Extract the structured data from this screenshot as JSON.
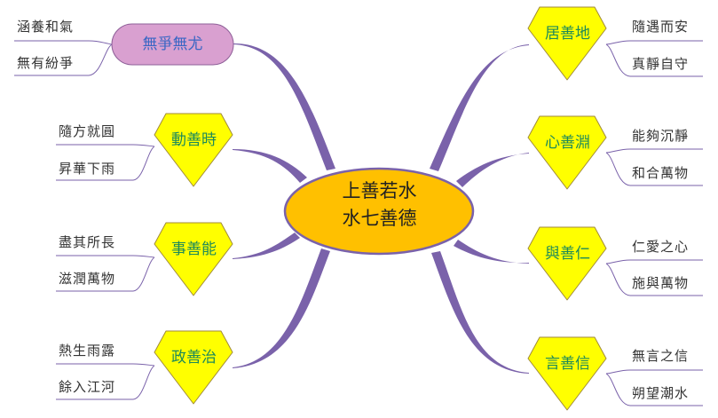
{
  "colors": {
    "branch": "#7a62aa",
    "center_fill": "#ffc000",
    "pill_fill": "#d9a0d0",
    "pill_text": "#3a66c4",
    "diamond_fill": "#ffff00",
    "diamond_text": "#1d8a5a",
    "leaf_text": "#333333"
  },
  "center": {
    "line1": "上善若水",
    "line2": "水七善德"
  },
  "branches": {
    "left": [
      {
        "label": "無爭無尤",
        "shape": "pill",
        "leaves": [
          "涵養和氣",
          "無有紛爭"
        ]
      },
      {
        "label": "動善時",
        "shape": "diamond",
        "leaves": [
          "隨方就圓",
          "昇華下雨"
        ]
      },
      {
        "label": "事善能",
        "shape": "diamond",
        "leaves": [
          "盡其所長",
          "滋潤萬物"
        ]
      },
      {
        "label": "政善治",
        "shape": "diamond",
        "leaves": [
          "熱生雨露",
          "餘入江河"
        ]
      }
    ],
    "right": [
      {
        "label": "居善地",
        "shape": "diamond",
        "leaves": [
          "隨遇而安",
          "真靜自守"
        ]
      },
      {
        "label": "心善淵",
        "shape": "diamond",
        "leaves": [
          "能夠沉靜",
          "和合萬物"
        ]
      },
      {
        "label": "與善仁",
        "shape": "diamond",
        "leaves": [
          "仁愛之心",
          "施與萬物"
        ]
      },
      {
        "label": "言善信",
        "shape": "diamond",
        "leaves": [
          "無言之信",
          "朔望潮水"
        ]
      }
    ]
  }
}
